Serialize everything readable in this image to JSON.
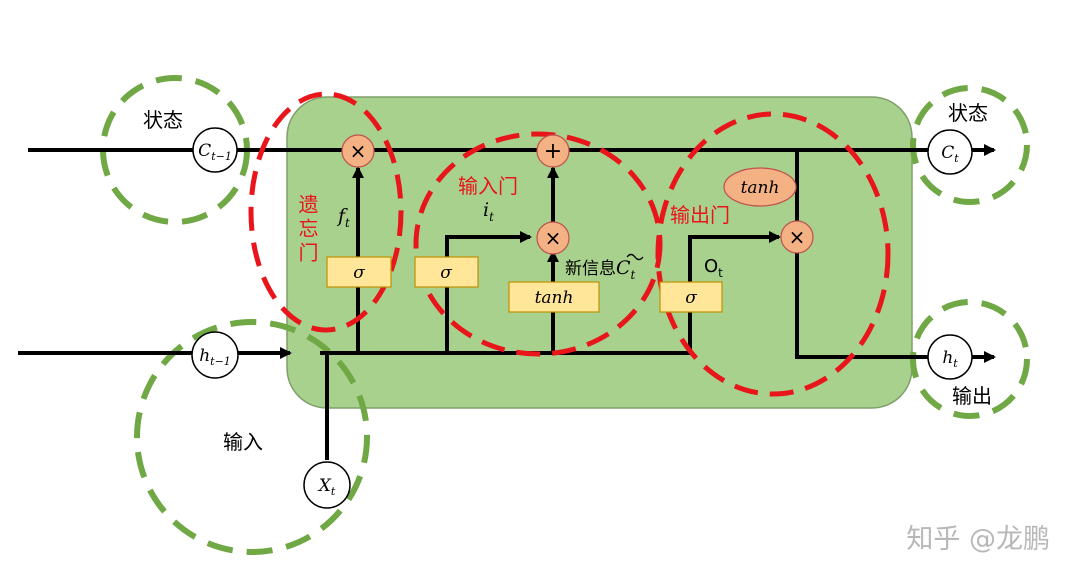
{
  "colors": {
    "cell_fill": "#a8d18d",
    "cell_stroke": "#7f9f6b",
    "green_dash": "#70a845",
    "red_dash": "#e8151b",
    "op_fill": "#f4b183",
    "op_stroke": "#c0504d",
    "gate_fill": "#ffe699",
    "gate_stroke": "#bf9000",
    "line": "#000000"
  },
  "circles": {
    "c_prev": "C",
    "c_prev_sub": "t−1",
    "c_t": "C",
    "c_t_sub": "t",
    "h_prev": "h",
    "h_prev_sub": "t−1",
    "h_t": "h",
    "h_t_sub": "t",
    "x_t": "X",
    "x_t_sub": "t"
  },
  "ops": {
    "mult": "×",
    "plus": "+"
  },
  "gates": {
    "sigma": "σ",
    "tanh": "tanh"
  },
  "signals": {
    "f": "f",
    "f_sub": "t",
    "i": "i",
    "i_sub": "t",
    "o": "O",
    "o_sub": "t",
    "new_info": "新信息",
    "new_info_sym": "C",
    "new_info_sub": "t"
  },
  "labels": {
    "state_left": "状态",
    "state_right": "状态",
    "input": "输入",
    "output": "输出",
    "forget_gate": "遗忘门",
    "input_gate": "输入门",
    "output_gate": "输出门"
  },
  "watermark": "知乎 @龙鹏"
}
